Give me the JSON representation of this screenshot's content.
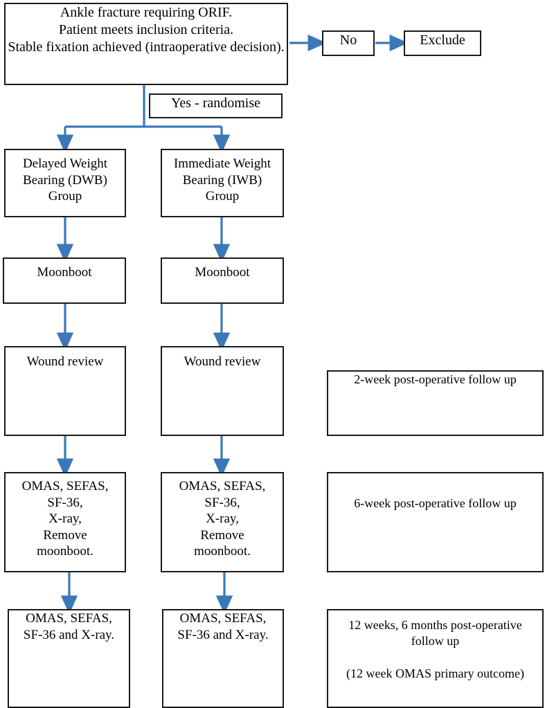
{
  "diagram": {
    "title": "Ankle fracture ORIF weight bearing randomised trial flowchart",
    "accent_color": "#3A78B8",
    "border_color": "#1a1a1a",
    "background_color": "#ffffff"
  },
  "nodes": {
    "eligibility": {
      "label": "Ankle fracture requiring ORIF.\nPatient meets inclusion criteria.\nStable fixation achieved (intraoperative decision)."
    },
    "no_decision": {
      "label": "No"
    },
    "exclude": {
      "label": "Exclude"
    },
    "yes_randomise": {
      "label": "Yes - randomise"
    },
    "dwb_group": {
      "label": "Delayed Weight\nBearing (DWB)\nGroup"
    },
    "iwb_group": {
      "label": "Immediate Weight\nBearing (IWB)\nGroup"
    },
    "dwb_moonboot": {
      "label": "Moonboot"
    },
    "iwb_moonboot": {
      "label": "Moonboot"
    },
    "dwb_wound_review": {
      "label": "Wound review"
    },
    "iwb_wound_review": {
      "label": "Wound review"
    },
    "dwb_six_week": {
      "label": "OMAS, SEFAS,\nSF-36,\nX-ray,\nRemove\nmoonboot."
    },
    "iwb_six_week": {
      "label": "OMAS, SEFAS,\nSF-36,\nX-ray,\nRemove\nmoonboot."
    },
    "dwb_final": {
      "label": "OMAS, SEFAS,\nSF-36 and X-ray."
    },
    "iwb_final": {
      "label": "OMAS, SEFAS,\nSF-36 and X-ray."
    },
    "followup_2week": {
      "label": "2-week post-operative follow up"
    },
    "followup_6week": {
      "label": "6-week post-operative follow up"
    },
    "followup_12week": {
      "label": "12 weeks, 6 months post-operative\nfollow up\n\n(12 week OMAS primary outcome)"
    }
  }
}
